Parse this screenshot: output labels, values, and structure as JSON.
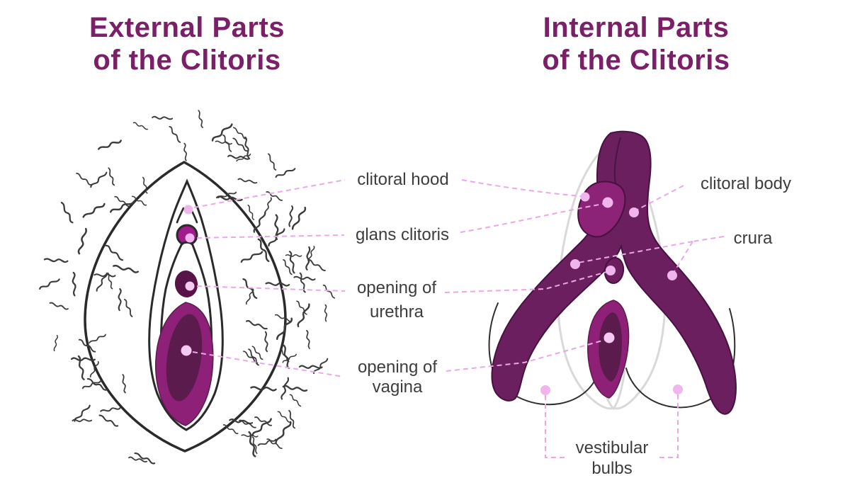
{
  "titles": {
    "left": {
      "line1": "External Parts",
      "line2": "of the Clitoris"
    },
    "right": {
      "line1": "Internal Parts",
      "line2": "of the Clitoris"
    }
  },
  "labels": {
    "clitoral_hood": "clitoral hood",
    "glans_clitoris": "glans clitoris",
    "opening_urethra_1": "opening of",
    "opening_urethra_2": "urethra",
    "opening_vagina_1": "opening of",
    "opening_vagina_2": "vagina",
    "clitoral_body": "clitoral body",
    "crura": "crura",
    "vestibular_1": "vestibular",
    "vestibular_2": "bulbs"
  },
  "colors": {
    "title": "#7b1f69",
    "struct": "#6b1f5e",
    "struct-stroke": "#471140",
    "glans": "#8c2377",
    "mid-purple": "#8e2077",
    "dark-plum": "#5c1b4d",
    "urethra-ext": "#581349",
    "glans-ext": "#a01b8b",
    "dash": "#eaa8e6",
    "dot": "#f0b5ec",
    "dot-light": "#f6c9f2",
    "label": "#3d3d3d",
    "outline": "#2a2a2a",
    "hair": "#3b3b3b",
    "gray": "#d9d9d9"
  }
}
